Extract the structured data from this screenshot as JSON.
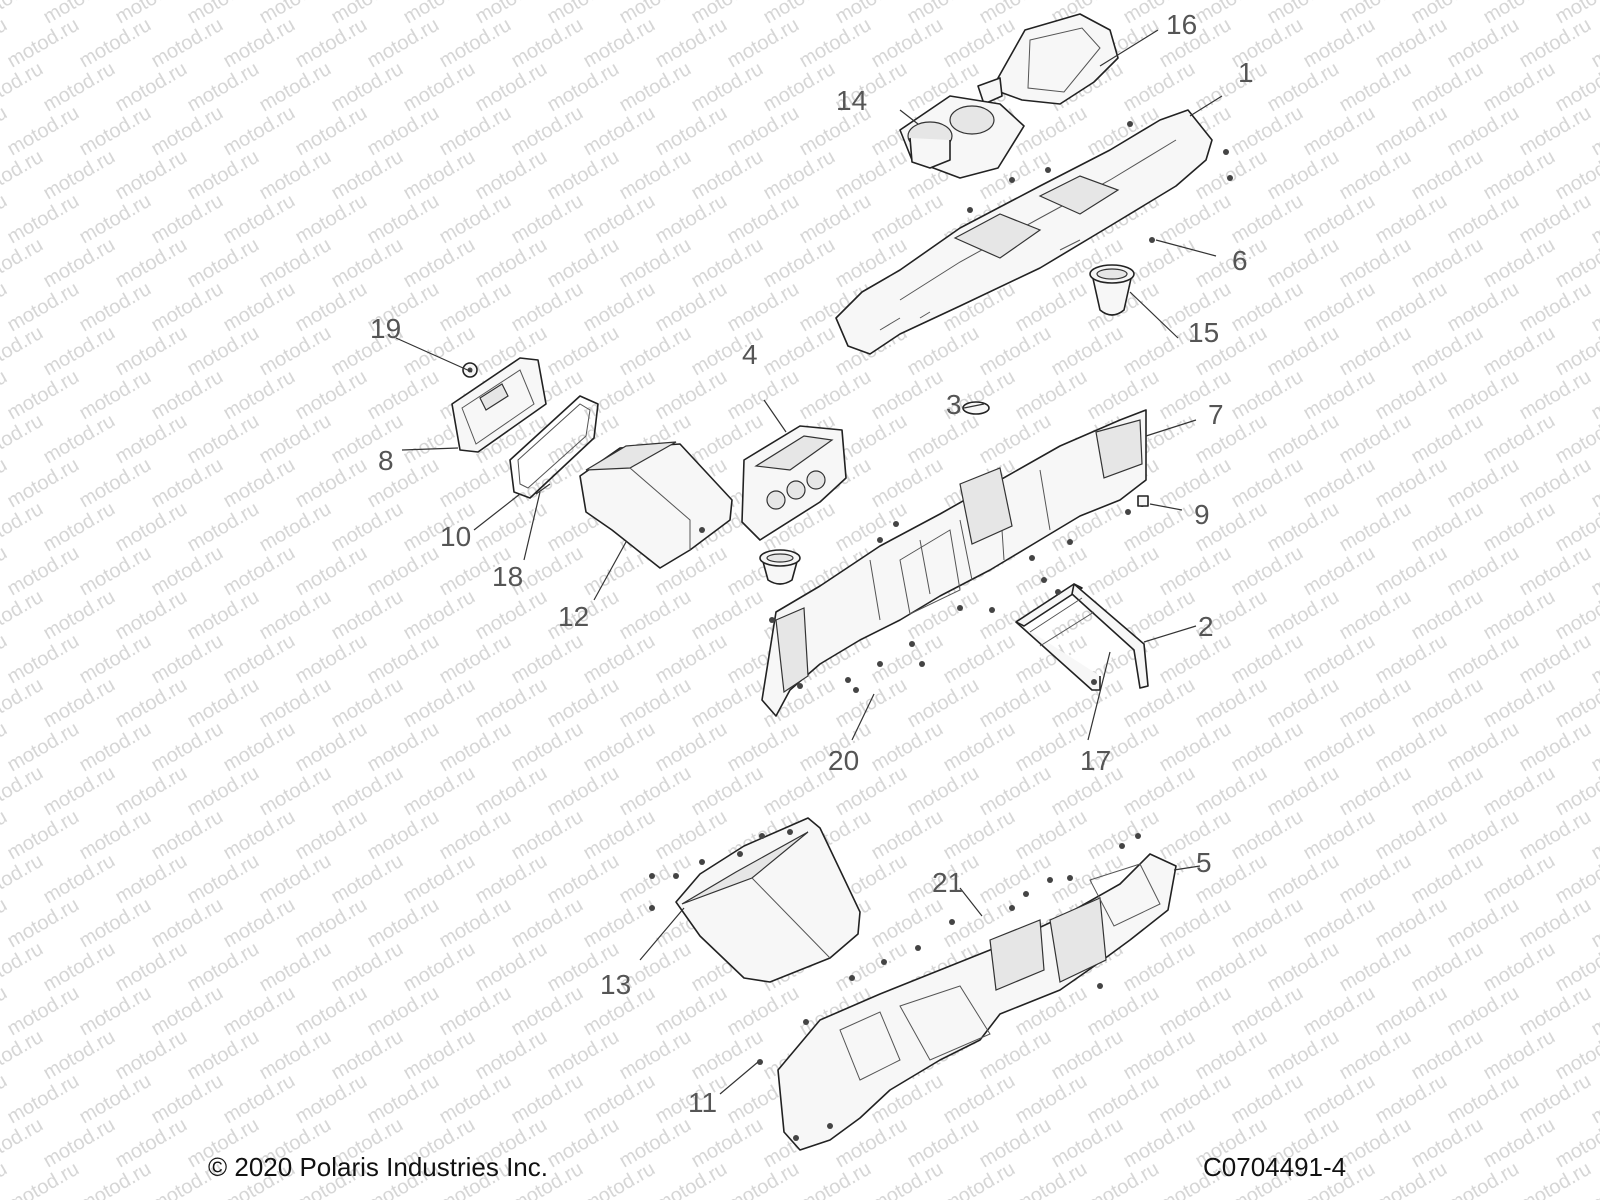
{
  "callouts": [
    {
      "id": "1",
      "label": "1"
    },
    {
      "id": "2",
      "label": "2"
    },
    {
      "id": "3",
      "label": "3"
    },
    {
      "id": "4",
      "label": "4"
    },
    {
      "id": "5",
      "label": "5"
    },
    {
      "id": "6",
      "label": "6"
    },
    {
      "id": "7",
      "label": "7"
    },
    {
      "id": "8",
      "label": "8"
    },
    {
      "id": "9",
      "label": "9"
    },
    {
      "id": "10",
      "label": "10"
    },
    {
      "id": "11",
      "label": "11"
    },
    {
      "id": "12",
      "label": "12"
    },
    {
      "id": "13",
      "label": "13"
    },
    {
      "id": "14",
      "label": "14"
    },
    {
      "id": "15",
      "label": "15"
    },
    {
      "id": "16",
      "label": "16"
    },
    {
      "id": "17",
      "label": "17"
    },
    {
      "id": "18",
      "label": "18"
    },
    {
      "id": "19",
      "label": "19"
    },
    {
      "id": "20",
      "label": "20"
    },
    {
      "id": "21",
      "label": "21"
    }
  ],
  "watermark": "motod.ru",
  "footer": {
    "copyright": "© 2020 Polaris Industries Inc.",
    "drawing_code": "C0704491-4"
  }
}
